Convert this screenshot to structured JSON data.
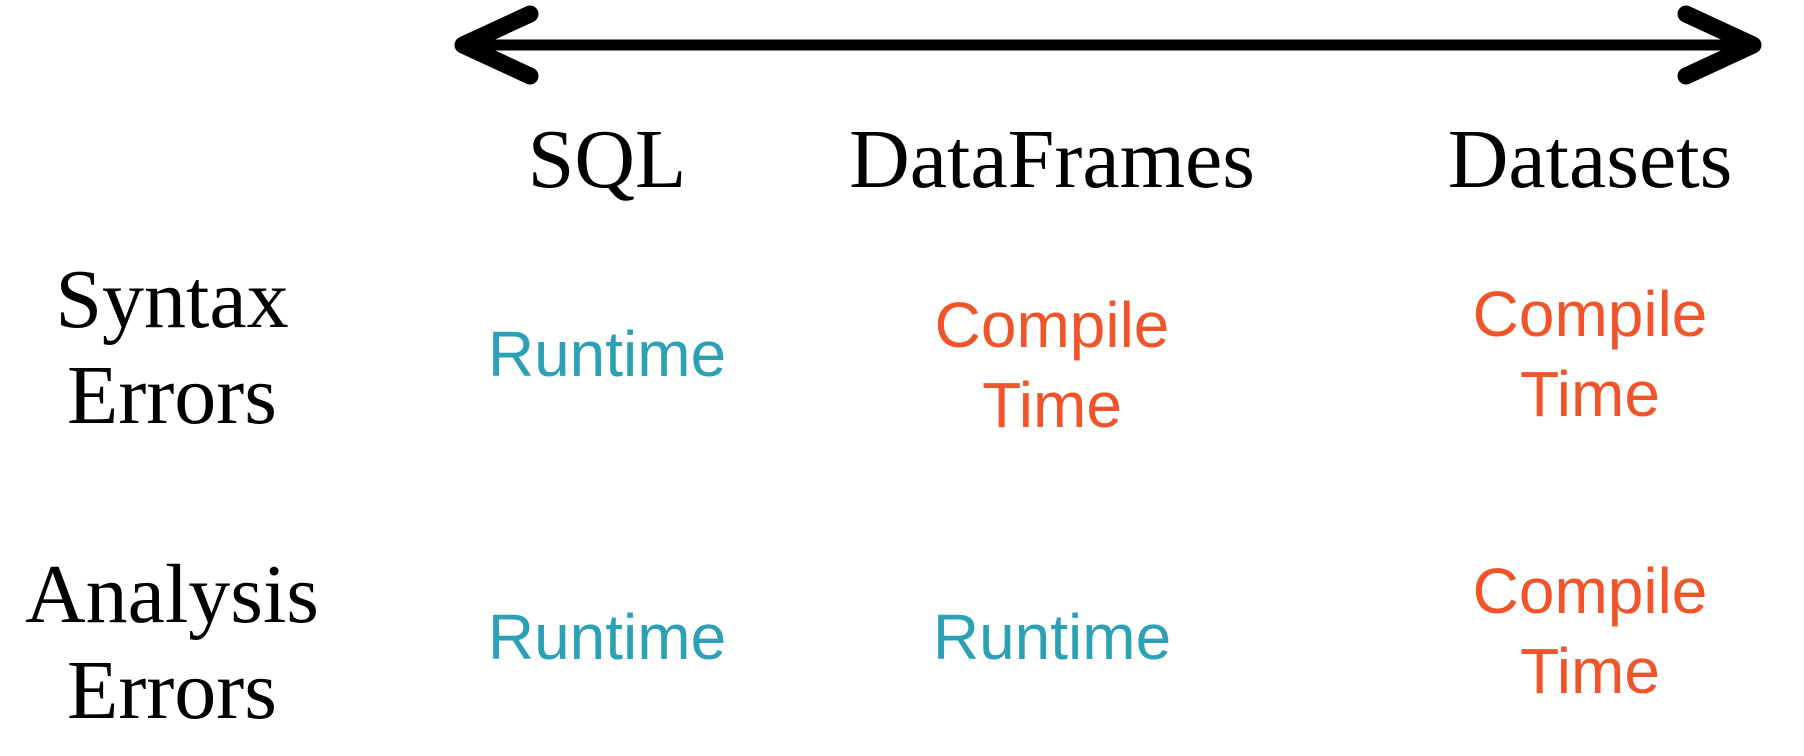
{
  "figure": {
    "description": "Comparison matrix of Spark APIs: when syntax and analysis errors are caught",
    "arrow": {
      "icon": "double-headed-horizontal-arrow",
      "color": "#000000"
    }
  },
  "header": {
    "columns": [
      {
        "label": "SQL"
      },
      {
        "label": "DataFrames"
      },
      {
        "label": "Datasets"
      }
    ]
  },
  "rows": [
    {
      "label_lines": [
        "Syntax",
        "Errors"
      ],
      "cells": [
        {
          "kind": "runtime",
          "text": "Runtime",
          "lines": [
            "Runtime"
          ]
        },
        {
          "kind": "compile-time",
          "text": "Compile Time",
          "lines": [
            "Compile",
            "Time"
          ]
        },
        {
          "kind": "compile-time",
          "text": "Compile Time",
          "lines": [
            "Compile",
            "Time"
          ]
        }
      ]
    },
    {
      "label_lines": [
        "Analysis",
        "Errors"
      ],
      "cells": [
        {
          "kind": "runtime",
          "text": "Runtime",
          "lines": [
            "Runtime"
          ]
        },
        {
          "kind": "runtime",
          "text": "Runtime",
          "lines": [
            "Runtime"
          ]
        },
        {
          "kind": "compile-time",
          "text": "Compile Time",
          "lines": [
            "Compile",
            "Time"
          ]
        }
      ]
    }
  ],
  "colors": {
    "runtime": "#2CA0B4",
    "compile_time": "#F0542B",
    "label_text": "#000000",
    "arrow": "#000000",
    "background": "#FFFFFF"
  }
}
